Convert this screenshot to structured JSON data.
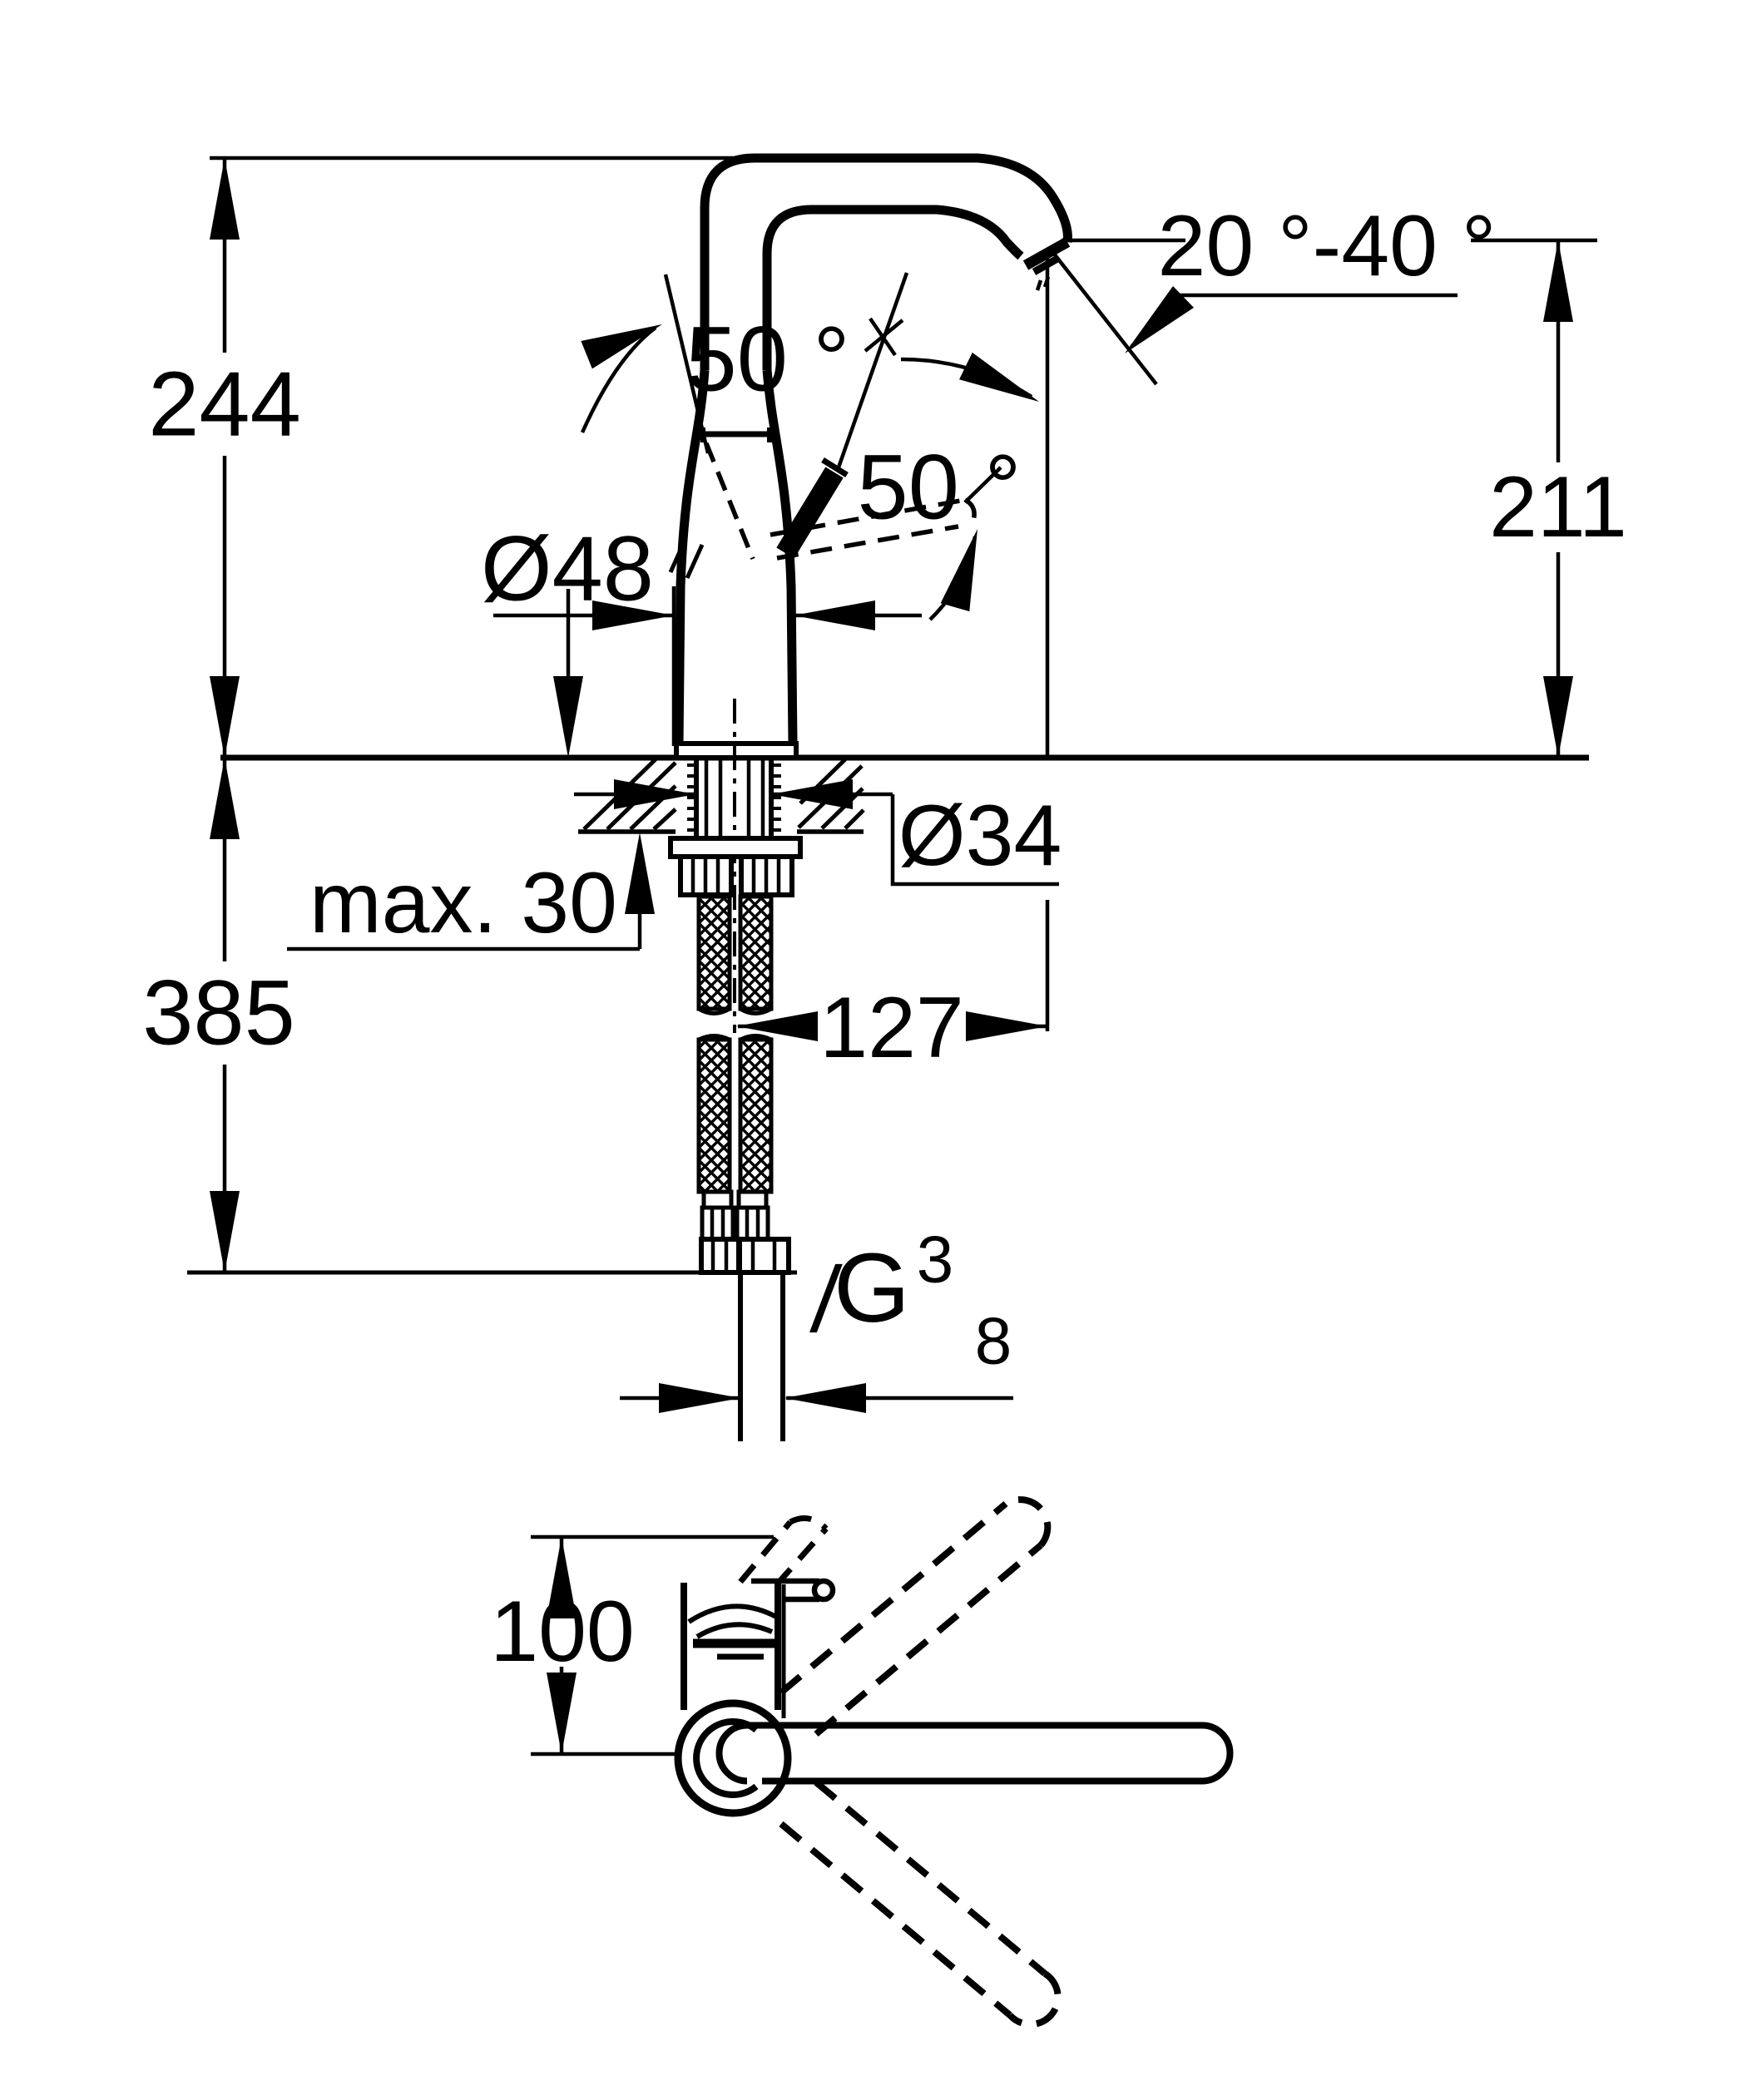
{
  "drawing": {
    "kind": "technical-dimension-drawing",
    "subject": "single-lever basin mixer with high swivel spout, front view and top view",
    "colors": {
      "line": "#000000",
      "background": "#ffffff"
    },
    "labels": {
      "height_overall": "244",
      "spout_height": "211",
      "stream_angle": "20 °-40 °",
      "handle_angle_open": "50 °",
      "handle_angle_side": "50 °",
      "body_diameter": "Ø48",
      "shank_diameter": "Ø34",
      "deck_thickness_max": "max. 30",
      "hose_length": "385",
      "spout_reach": "127",
      "thread_letter": "G",
      "thread_numerator": "3",
      "thread_slash": "/",
      "thread_denominator": "8",
      "lever_length_top_view": "100"
    }
  }
}
